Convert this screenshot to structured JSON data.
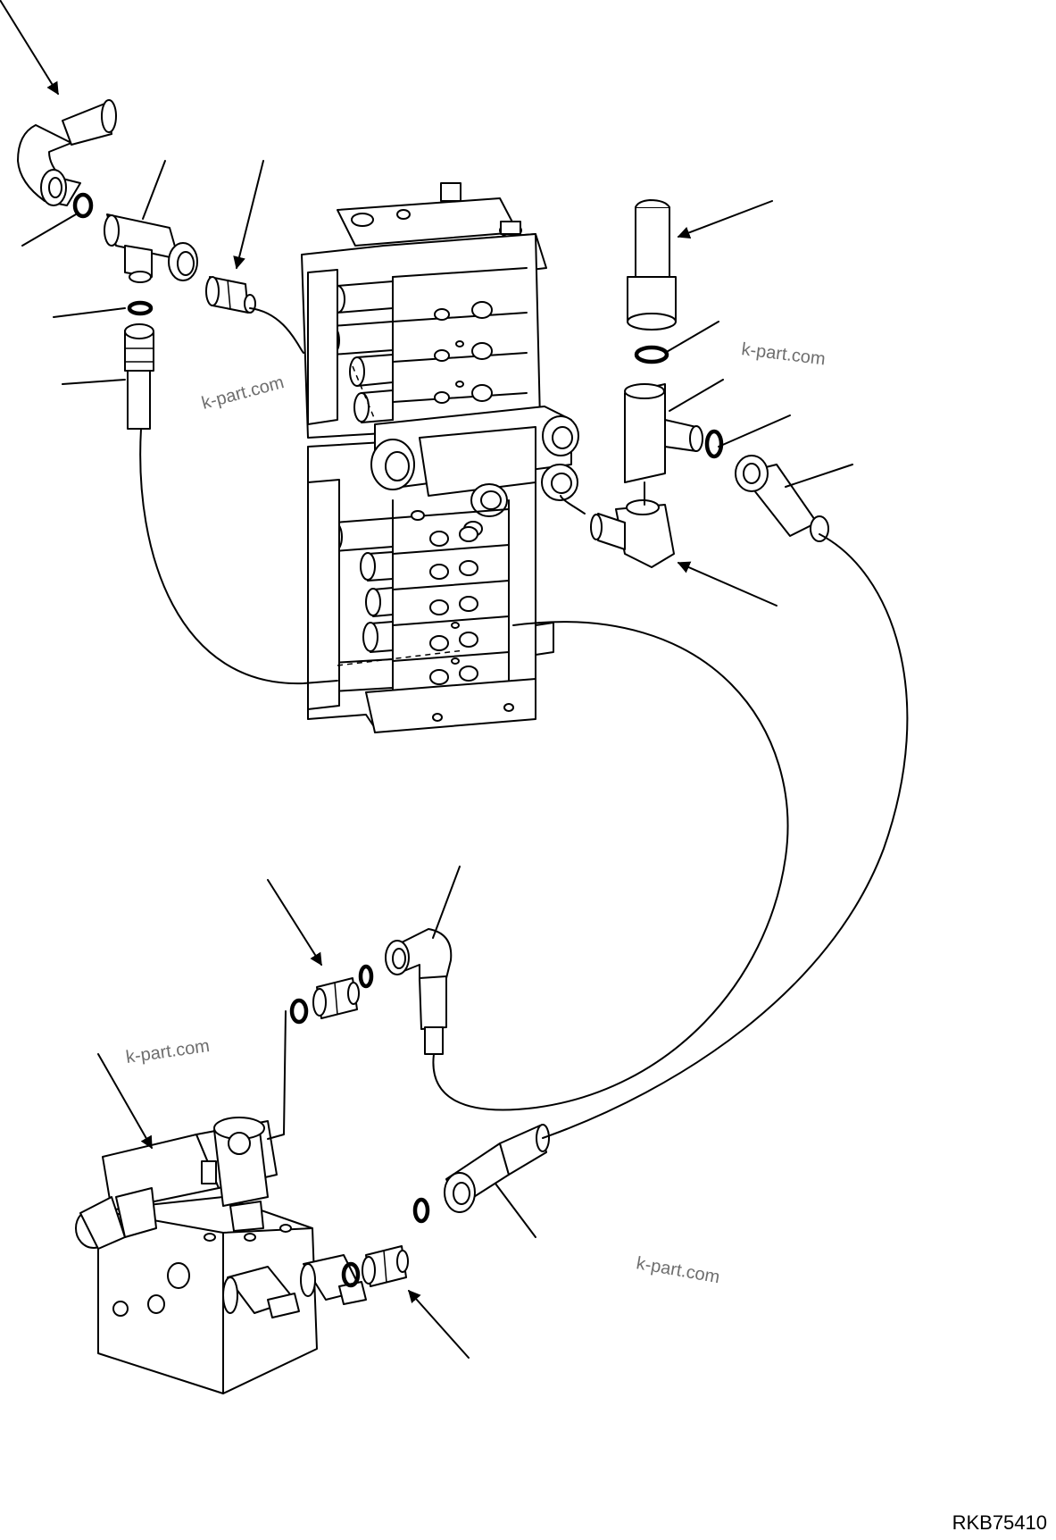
{
  "watermarks": [
    "k-part.com",
    "k-part.com",
    "k-part.com",
    "k-part.com"
  ],
  "drawing_code": "RKB75410"
}
